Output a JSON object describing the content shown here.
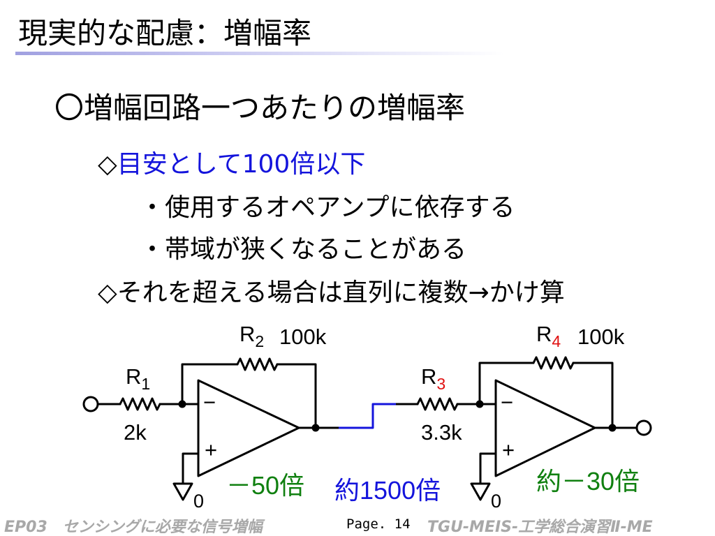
{
  "slide": {
    "title": "現実的な配慮：増幅率",
    "heading": "〇増幅回路一つあたりの増幅率",
    "bullets": [
      {
        "marker": "◇",
        "text": "目安として100倍以下",
        "text_color": "#1414dc",
        "sub_items": [
          "・使用するオペアンプに依存する",
          "・帯域が狭くなることがある"
        ]
      },
      {
        "marker": "◇",
        "text": "それを超える場合は直列に複数→かけ算"
      }
    ]
  },
  "circuit": {
    "stage1": {
      "r1": {
        "name": "R",
        "sub": "1",
        "value": "2k"
      },
      "r2": {
        "name": "R",
        "sub": "2",
        "value": "100k"
      },
      "minus": "−",
      "plus": "+",
      "ground": "0",
      "gain": "－50倍",
      "gain_color": "#108010"
    },
    "stage2": {
      "r3": {
        "name": "R",
        "sub": "3",
        "value": "3.3k"
      },
      "r4": {
        "name": "R",
        "sub": "4",
        "value": "100k"
      },
      "sub_color": "#e01010",
      "minus": "−",
      "plus": "+",
      "ground": "0",
      "gain": "約－30倍",
      "gain_color": "#108010"
    },
    "total_gain": "約1500倍",
    "total_gain_color": "#1414dc",
    "link_color": "#1414dc"
  },
  "footer": {
    "left": "EP03　センシングに必要な信号増幅",
    "page": "Page. 14",
    "right": "TGU-MEIS-工学総合演習Ⅱ-ME",
    "footer_color": "#a8a8a8"
  }
}
